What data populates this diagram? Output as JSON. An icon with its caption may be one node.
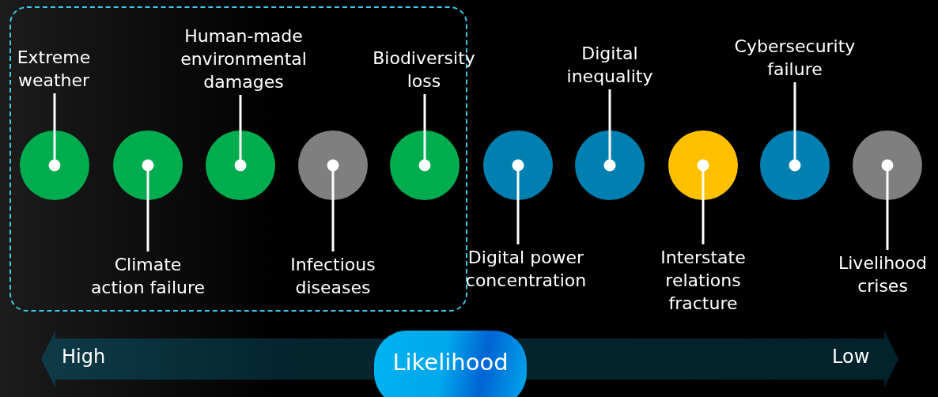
{
  "diagram": {
    "nodes": [
      {
        "text": [],
        "shape": "box"
      },
      {
        "text": [
          "Extreme weather"
        ],
        "in": 0
      },
      {
        "text": [],
        "shape": "circle",
        "in": 0
      },
      {
        "text": [
          "Climate action failure"
        ],
        "in": 0
      },
      {
        "text": [],
        "shape": "circle",
        "in": 0
      },
      {
        "text": [
          "Human-made environmental damages"
        ],
        "in": 0
      },
      {
        "text": [],
        "shape": "circle",
        "in": 0
      },
      {
        "text": [
          "Infectious diseases"
        ],
        "in": 0
      },
      {
        "text": [],
        "shape": "circle",
        "in": 0
      },
      {
        "text": [
          "Biodiversity loss"
        ]
      },
      {
        "text": [],
        "shape": "circle",
        "in": 0
      },
      {
        "text": [
          "Digital power concentration"
        ]
      },
      {
        "text": [],
        "shape": "circle"
      },
      {
        "text": [
          "Digital inequality"
        ]
      },
      {
        "text": [],
        "shape": "circle"
      },
      {
        "text": [
          "Interstate relations fracture"
        ]
      },
      {
        "text": [],
        "shape": "circle"
      },
      {
        "text": [
          "Cybersecurity failure"
        ]
      },
      {
        "text": [],
        "shape": "circle"
      },
      {
        "text": [
          "Livelihood crises"
        ]
      },
      {
        "text": [],
        "shape": "circle"
      },
      {
        "text": [
          "Likelihood"
        ]
      }
    ],
    "edges": [
      {
        "from": 1,
        "to": 2,
        "arrow": "other"
      },
      {
        "from": 3,
        "to": 4,
        "arrow": "other"
      },
      {
        "from": 5,
        "to": 6,
        "arrow": "other"
      },
      {
        "from": 7,
        "to": 8,
        "arrow": "other"
      },
      {
        "from": 9,
        "to": 10,
        "arrow": "other"
      },
      {
        "from": 11,
        "to": 12,
        "arrow": "other"
      },
      {
        "from": 13,
        "to": 14,
        "arrow": "other"
      },
      {
        "from": 15,
        "to": 16,
        "arrow": "other"
      },
      {
        "from": 17,
        "to": 18,
        "arrow": "other"
      },
      {
        "from": 19,
        "to": 20,
        "arrow": "other"
      }
    ],
    "labels": [
      "High",
      "Low"
    ]
  }
}
